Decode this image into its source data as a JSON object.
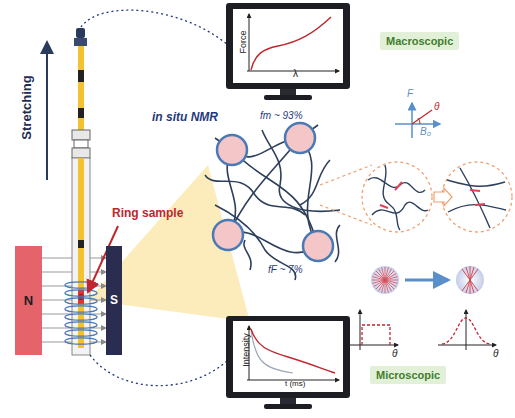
{
  "diagram": {
    "nodes": [
      {
        "text": [
          "N"
        ]
      },
      {
        "text": [
          "S"
        ]
      },
      {
        "text": [
          "Force",
          "λ"
        ]
      },
      {
        "text": [
          "Macroscopic"
        ]
      },
      {
        "text": [
          "Intensity",
          "t (ms)"
        ]
      },
      {
        "text": [
          "Microscopic"
        ]
      }
    ],
    "labels": [
      "Stretching",
      "Ring sample",
      "in situ NMR",
      "fm ~ 93%",
      "fF ~ 7%",
      "F",
      "θ",
      "B₀",
      "θ",
      "θ"
    ]
  }
}
